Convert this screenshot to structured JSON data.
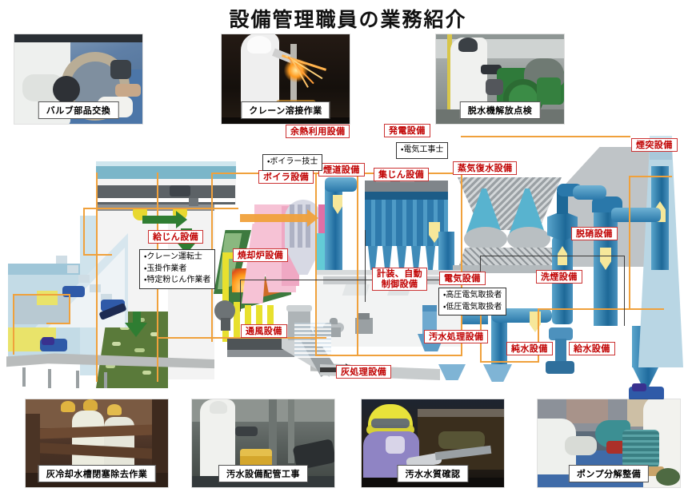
{
  "page": {
    "title": "設備管理職員の業務紹介",
    "accent_red": "#c00000",
    "label_border": "#cc3333",
    "pipe_blue": "#2f7bb0",
    "frame_orange": "#f0a13c"
  },
  "photos_top": [
    {
      "caption": "バルブ部品交換",
      "alt": "valve-parts-replacement-photo"
    },
    {
      "caption": "クレーン溶接作業",
      "alt": "crane-welding-work-photo"
    },
    {
      "caption": "脱水機解放点検",
      "alt": "dehydrator-open-inspection-photo"
    }
  ],
  "photos_bottom": [
    {
      "caption": "灰冷却水槽閉塞除去作業",
      "alt": "ash-cooling-tank-blockage-removal-photo"
    },
    {
      "caption": "汚水設備配管工事",
      "alt": "wastewater-facility-piping-work-photo"
    },
    {
      "caption": "汚水水質確認",
      "alt": "wastewater-quality-check-photo"
    },
    {
      "caption": "ポンプ分解整備",
      "alt": "pump-disassembly-maintenance-photo"
    }
  ],
  "diagram": {
    "equipment_labels": [
      {
        "id": "waste-heat",
        "text": "余熱利用設備"
      },
      {
        "id": "power-generation",
        "text": "発電設備"
      },
      {
        "id": "stack",
        "text": "煙突設備"
      },
      {
        "id": "boiler",
        "text": "ボイラ設備"
      },
      {
        "id": "flue",
        "text": "煙道設備"
      },
      {
        "id": "dust-collection",
        "text": "集じん設備"
      },
      {
        "id": "steam-condenser",
        "text": "蒸気復水設備"
      },
      {
        "id": "feed",
        "text": "給じん設備"
      },
      {
        "id": "incinerator",
        "text": "焼却炉設備"
      },
      {
        "id": "denitrification",
        "text": "脱硝設備"
      },
      {
        "id": "flue-gas-washing",
        "text": "洗煙設備"
      },
      {
        "id": "instrumentation",
        "text": "計装、自動\n制御設備"
      },
      {
        "id": "electrical",
        "text": "電気設備"
      },
      {
        "id": "ventilation",
        "text": "通風設備"
      },
      {
        "id": "wastewater",
        "text": "汚水処理設備"
      },
      {
        "id": "pure-water",
        "text": "純水設備"
      },
      {
        "id": "water-supply",
        "text": "給水設備"
      },
      {
        "id": "ash-treatment",
        "text": "灰処理設備"
      }
    ],
    "qualification_boxes": [
      {
        "id": "electrician",
        "lines": [
          "・電気工事士"
        ]
      },
      {
        "id": "boiler-tech",
        "lines": [
          "・ボイラー技士"
        ]
      },
      {
        "id": "crane-ops",
        "lines": [
          "・クレーン運転士",
          "・玉掛作業者",
          "・特定粉じん作業者"
        ]
      },
      {
        "id": "electric-handling",
        "lines": [
          "・高圧電気取扱者",
          "・低圧電気取扱者"
        ]
      }
    ]
  }
}
